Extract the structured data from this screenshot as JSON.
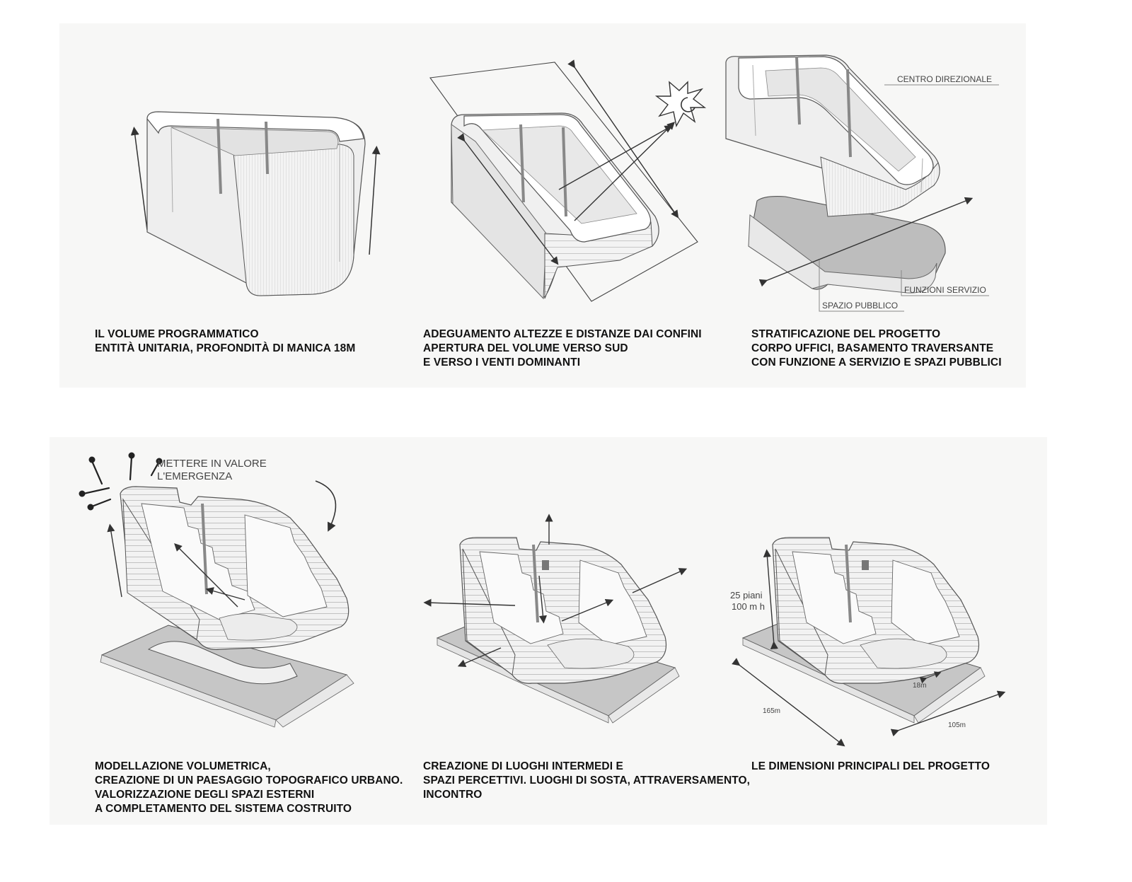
{
  "panels": [
    {
      "caption": [
        "IL VOLUME PROGRAMMATICO",
        "ENTITÀ UNITARIA, PROFONDITÀ DI MANICA 18M"
      ]
    },
    {
      "caption": [
        "ADEGUAMENTO ALTEZZE E DISTANZE DAI CONFINI",
        "APERTURA DEL VOLUME VERSO SUD",
        "E VERSO I VENTI DOMINANTI"
      ]
    },
    {
      "caption": [
        "STRATIFICAZIONE DEL PROGETTO",
        "CORPO UFFICI, BASAMENTO TRAVERSANTE",
        "CON FUNZIONE A SERVIZIO E SPAZI PUBBLICI"
      ],
      "labels": {
        "top": "CENTRO DIREZIONALE",
        "service": "FUNZIONI SERVIZIO",
        "public": "SPAZIO PUBBLICO"
      }
    },
    {
      "caption": [
        "MODELLAZIONE VOLUMETRICA,",
        "CREAZIONE DI UN PAESAGGIO TOPOGRAFICO URBANO.",
        "VALORIZZAZIONE DEGLI SPAZI ESTERNI",
        "A COMPLETAMENTO DEL SISTEMA COSTRUITO"
      ],
      "labels": {
        "headline_1": "METTERE IN VALORE",
        "headline_2": "L'EMERGENZA"
      }
    },
    {
      "caption": [
        "CREAZIONE DI LUOGHI INTERMEDI E",
        "SPAZI PERCETTIVI. LUOGHI DI SOSTA, ATTRAVERSAMENTO,",
        "INCONTRO"
      ]
    },
    {
      "caption": [
        "LE DIMENSIONI PRINCIPALI DEL PROGETTO"
      ],
      "labels": {
        "height_1": "25 piani",
        "height_2": "100 m h",
        "depth": "18m",
        "length": "165m",
        "width": "105m"
      }
    }
  ]
}
